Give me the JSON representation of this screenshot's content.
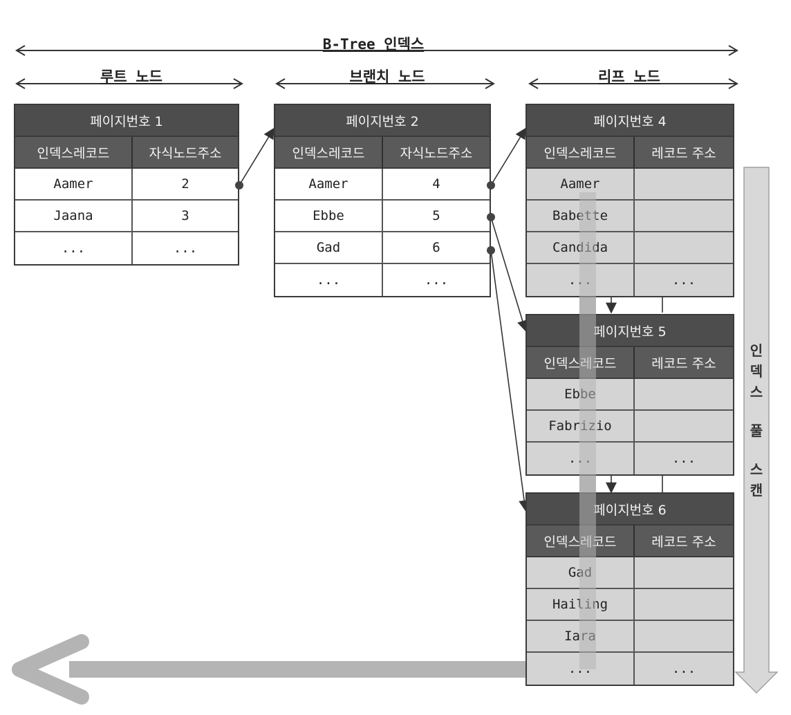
{
  "title": "B-Tree 인덱스",
  "levels": {
    "root": "루트 노드",
    "branch": "브랜치 노드",
    "leaf": "리프 노드"
  },
  "scan_label": [
    "인",
    "덱",
    "스",
    "풀",
    "스",
    "캔"
  ],
  "root": {
    "page": "페이지번호 1",
    "col1": "인덱스레코드",
    "col2": "자식노드주소",
    "rows": [
      [
        "Aamer",
        "2"
      ],
      [
        "Jaana",
        "3"
      ],
      [
        "...",
        "..."
      ]
    ]
  },
  "branch": {
    "page": "페이지번호 2",
    "col1": "인덱스레코드",
    "col2": "자식노드주소",
    "rows": [
      [
        "Aamer",
        "4"
      ],
      [
        "Ebbe",
        "5"
      ],
      [
        "Gad",
        "6"
      ],
      [
        "...",
        "..."
      ]
    ]
  },
  "leaf4": {
    "page": "페이지번호 4",
    "col1": "인덱스레코드",
    "col2": "레코드 주소",
    "rows": [
      [
        "Aamer",
        ""
      ],
      [
        "Babette",
        ""
      ],
      [
        "Candida",
        ""
      ],
      [
        "...",
        "..."
      ]
    ]
  },
  "leaf5": {
    "page": "페이지번호 5",
    "col1": "인덱스레코드",
    "col2": "레코드 주소",
    "rows": [
      [
        "Ebbe",
        ""
      ],
      [
        "Fabrizio",
        ""
      ],
      [
        "...",
        "..."
      ]
    ]
  },
  "leaf6": {
    "page": "페이지번호 6",
    "col1": "인덱스레코드",
    "col2": "레코드 주소",
    "rows": [
      [
        "Gad",
        ""
      ],
      [
        "Hailing",
        ""
      ],
      [
        "Iara",
        ""
      ],
      [
        "...",
        "..."
      ]
    ]
  }
}
